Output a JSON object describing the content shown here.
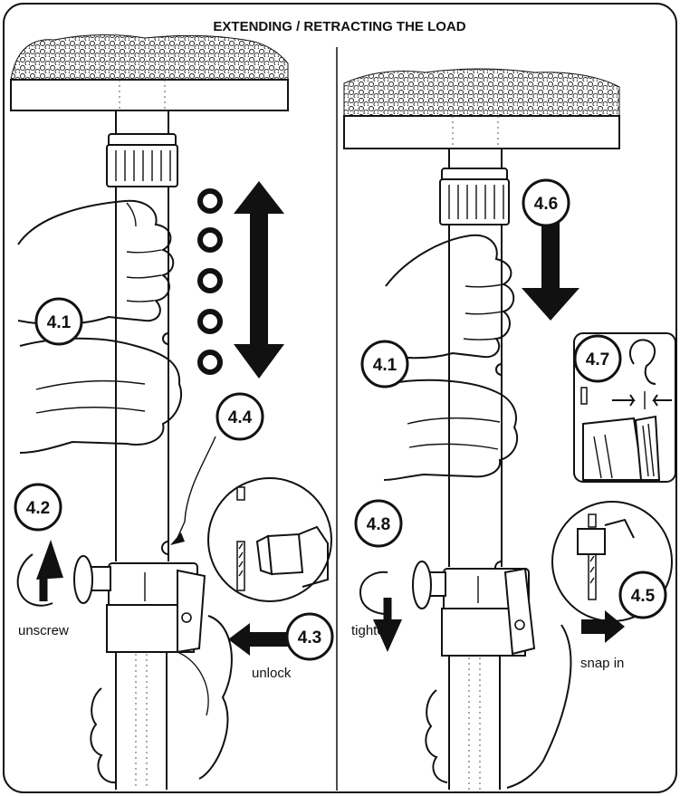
{
  "title": "EXTENDING / RETRACTING THE LOAD",
  "steps": {
    "s4_1_left": "4.1",
    "s4_2": "4.2",
    "s4_3": "4.3",
    "s4_4": "4.4",
    "s4_1_right": "4.1",
    "s4_5": "4.5",
    "s4_6": "4.6",
    "s4_7": "4.7",
    "s4_8": "4.8"
  },
  "labels": {
    "unscrew": "unscrew",
    "unlock": "unlock",
    "tighten": "tighten",
    "snap_in": "snap in"
  }
}
